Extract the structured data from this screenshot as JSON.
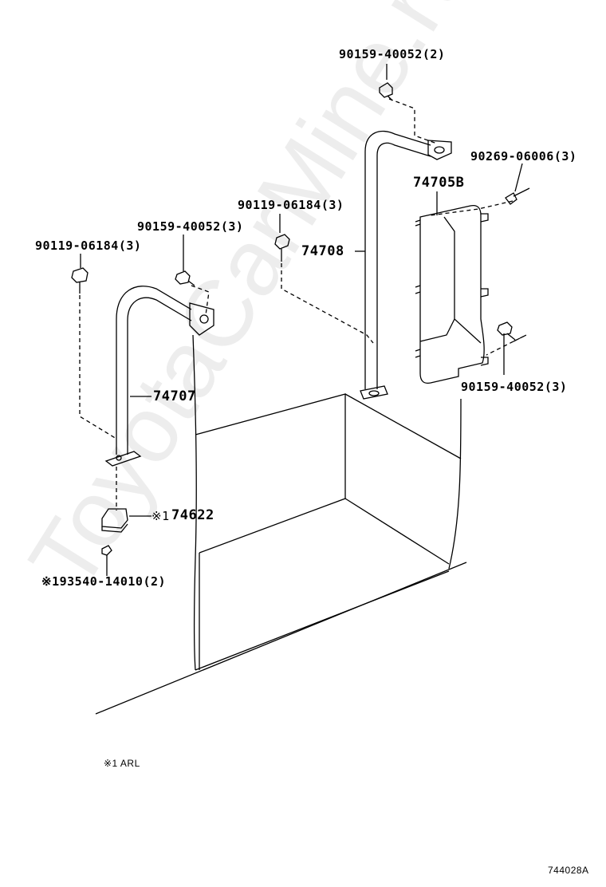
{
  "watermark": "ToyotaCarMine.ru",
  "figure_id": "744028A",
  "note": "※1 ARL",
  "parts": {
    "bolt_90159_top": "90159-40052(2)",
    "screw_90269": "90269-06006(3)",
    "cover_74705B": "74705B",
    "bolt_90119_mid": "90119-06184(3)",
    "bolt_90159_left": "90159-40052(3)",
    "bolt_90119_left": "90119-06184(3)",
    "handle_74708": "74708",
    "bolt_90159_right": "90159-40052(3)",
    "handle_74707": "74707",
    "plate_74622_prefix": "※1",
    "plate_74622": "74622",
    "screw_93540": "※193540-14010(2)"
  }
}
